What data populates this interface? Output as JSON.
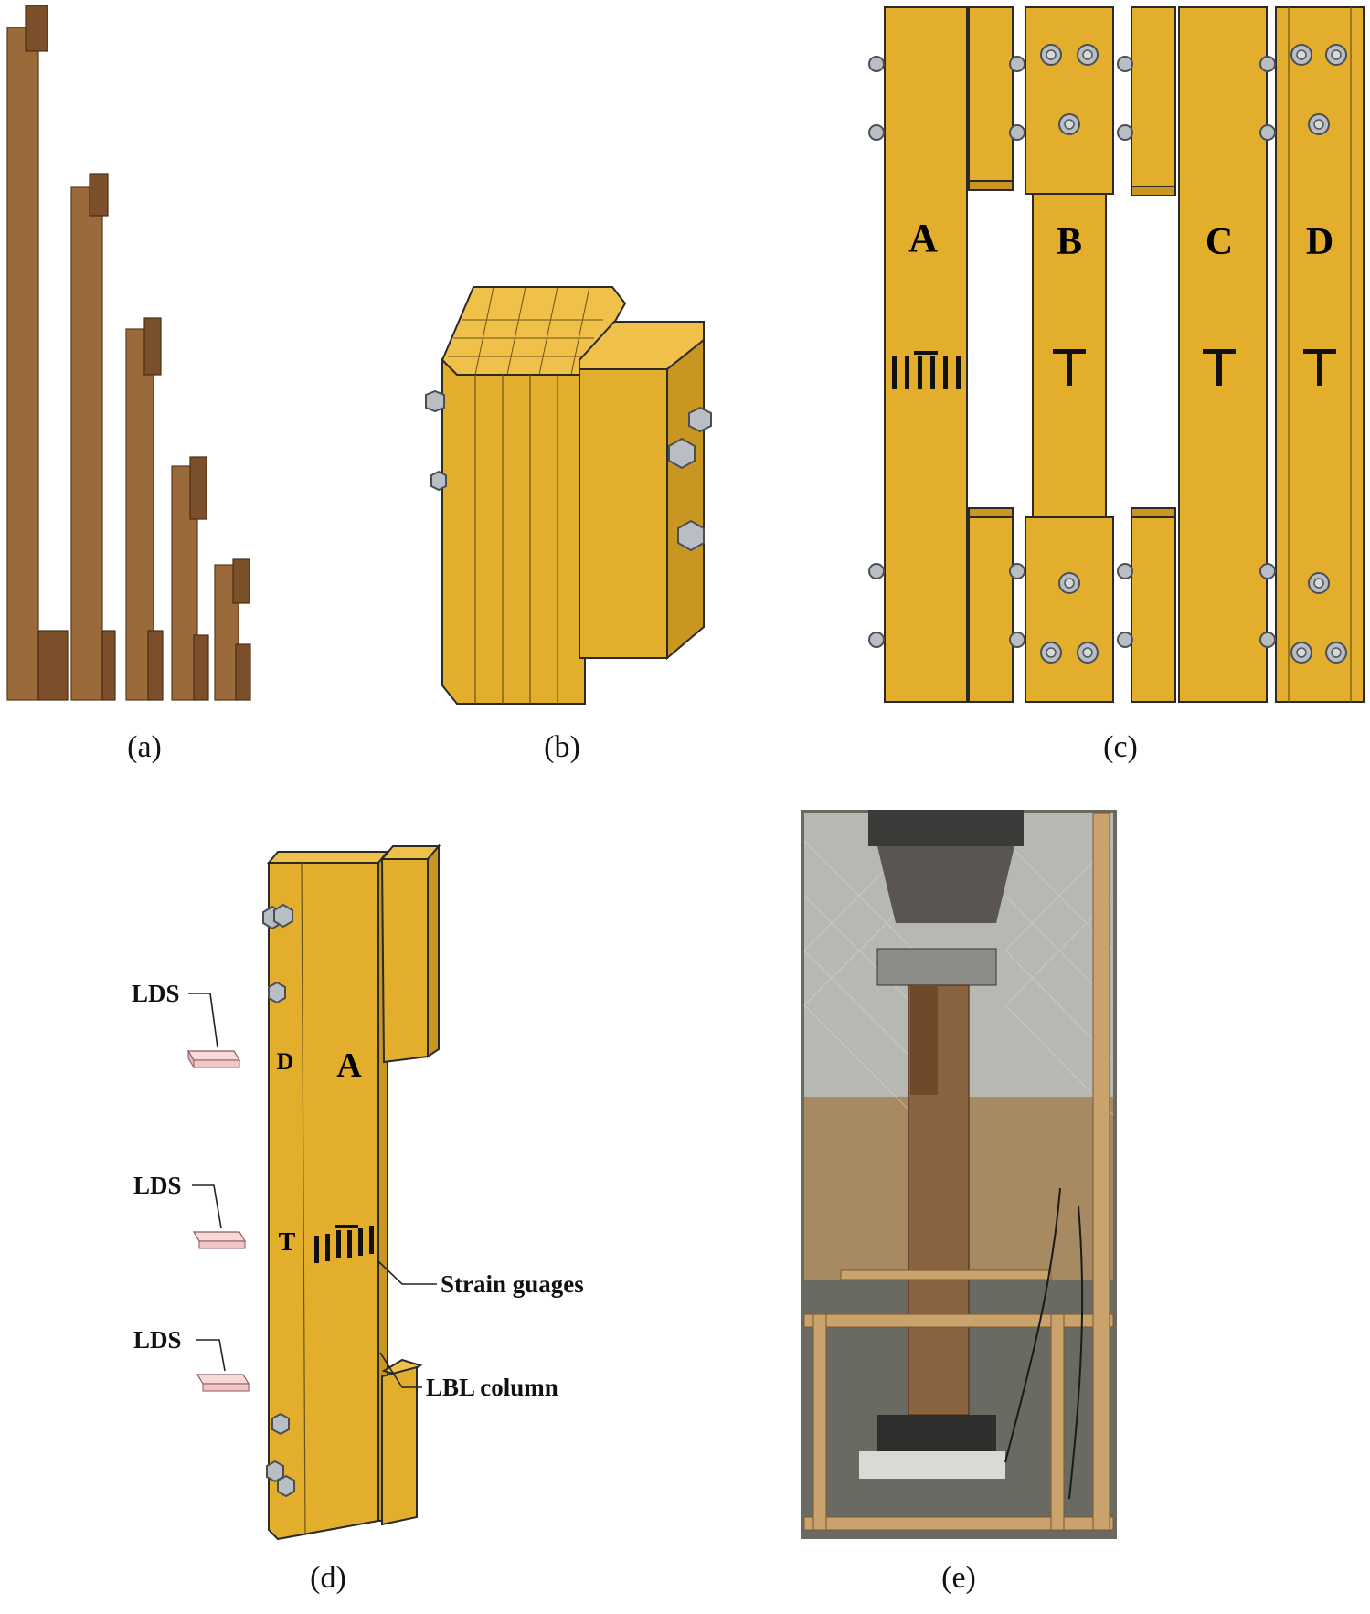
{
  "panels": {
    "a": {
      "caption": "(a)"
    },
    "b": {
      "caption": "(b)"
    },
    "c": {
      "caption": "(c)",
      "segments": [
        {
          "label": "A"
        },
        {
          "label": "B"
        },
        {
          "label": "C"
        },
        {
          "label": "D"
        }
      ]
    },
    "d": {
      "caption": "(d)",
      "column_label": "A",
      "side_label_top": "D",
      "side_label_mid": "T",
      "annotations": {
        "lds_1": "LDS",
        "lds_2": "LDS",
        "lds_3": "LDS",
        "strain_gauges": "Strain guages",
        "lbl_column": "LBL column"
      }
    },
    "e": {
      "caption": "(e)"
    }
  },
  "colors": {
    "wood": "#E4AE2D",
    "bolt": "#B9BEC4",
    "real_wood": "#9a6a3b",
    "lds_pad": "#F2C6C6"
  }
}
